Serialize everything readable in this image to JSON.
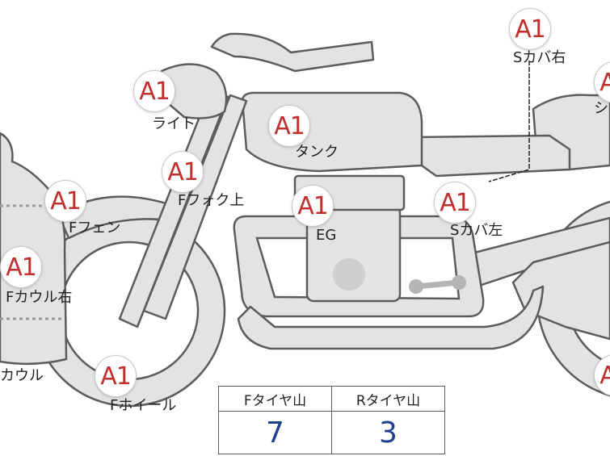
{
  "badge_text": "A1",
  "colors": {
    "badge_text": "#c22f2f",
    "tire_value": "#1f3f8f",
    "body_fill": "#e3e3e1",
    "outline": "#5c5c5c"
  },
  "parts": [
    {
      "id": "light",
      "label": "ライト"
    },
    {
      "id": "tank",
      "label": "タンク"
    },
    {
      "id": "ffork-upper",
      "label": "Fフォク上"
    },
    {
      "id": "ffender",
      "label": "Fフェン"
    },
    {
      "id": "engine",
      "label": "EG"
    },
    {
      "id": "scover-left",
      "label": "Sカバ左"
    },
    {
      "id": "scover-right",
      "label": "Sカバ右"
    },
    {
      "id": "seat",
      "label": "シ"
    },
    {
      "id": "fcowl-right",
      "label": "Fカウル右"
    },
    {
      "id": "cowl",
      "label": "カウル"
    },
    {
      "id": "fwheel",
      "label": "Fホイール"
    },
    {
      "id": "rear-lower",
      "label": ""
    }
  ],
  "tire_table": {
    "headers": [
      "Fタイヤ山",
      "Rタイヤ山"
    ],
    "values": [
      "7",
      "3"
    ]
  }
}
